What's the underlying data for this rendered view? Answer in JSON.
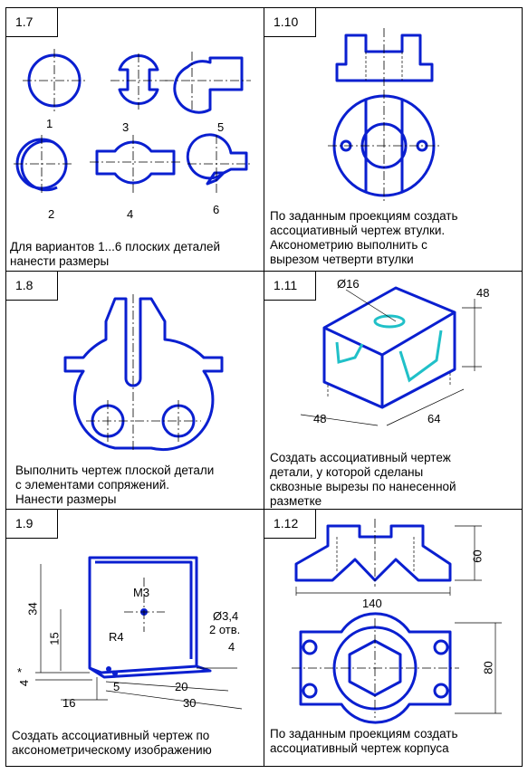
{
  "cells": {
    "c17": {
      "num": "1.7",
      "labels": [
        "1",
        "3",
        "5",
        "2",
        "4",
        "6"
      ],
      "caption": [
        "Для вариантов 1...6 плоских деталей",
        "нанести размеры"
      ]
    },
    "c110": {
      "num": "1.10",
      "caption": [
        "По заданным проекциям создать",
        "ассоциативный чертеж втулки.",
        "Аксонометрию выполнить с",
        "вырезом четверти втулки"
      ]
    },
    "c18": {
      "num": "1.8",
      "caption": [
        "Выполнить чертеж плоской детали",
        "с элементами сопряжений.",
        "Нанести размеры"
      ]
    },
    "c111": {
      "num": "1.11",
      "dims": [
        "Ø16",
        "48",
        "48",
        "64"
      ],
      "caption": [
        "Создать ассоциативный чертеж",
        "детали,  у которой сделаны",
        "сквозные вырезы по нанесенной",
        "разметке"
      ]
    },
    "c19": {
      "num": "1.9",
      "dims": [
        "M3",
        "Ø3,4",
        "2 отв.",
        "34",
        "15",
        "R4",
        "4",
        "*",
        "4",
        "5",
        "20",
        "16",
        "30"
      ],
      "caption": [
        "Создать ассоциативный чертеж по",
        "аксонометрическому изображению"
      ]
    },
    "c112": {
      "num": "1.12",
      "dims": [
        "60",
        "140",
        "80"
      ],
      "caption": [
        "По заданным проекциям создать",
        "ассоциативный чертеж корпуса"
      ]
    }
  },
  "colors": {
    "part_line": "#0a1fd0",
    "markup_line": "#20c0c8",
    "border": "#000000"
  }
}
